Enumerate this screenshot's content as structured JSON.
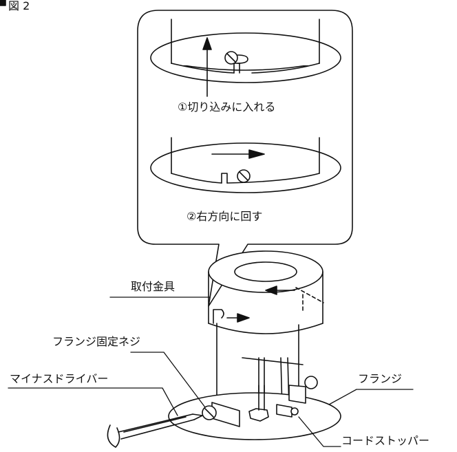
{
  "figure": {
    "label": "図 2"
  },
  "callout": {
    "step1": "①切り込みに入れる",
    "step2": "②右方向に回す"
  },
  "parts": {
    "bracket": "取付金具",
    "flange_screw": "フランジ固定ネジ",
    "screwdriver": "マイナスドライバー",
    "flange": "フランジ",
    "cord_stopper": "コードストッパー"
  },
  "colors": {
    "line": "#111111",
    "background": "#ffffff"
  }
}
